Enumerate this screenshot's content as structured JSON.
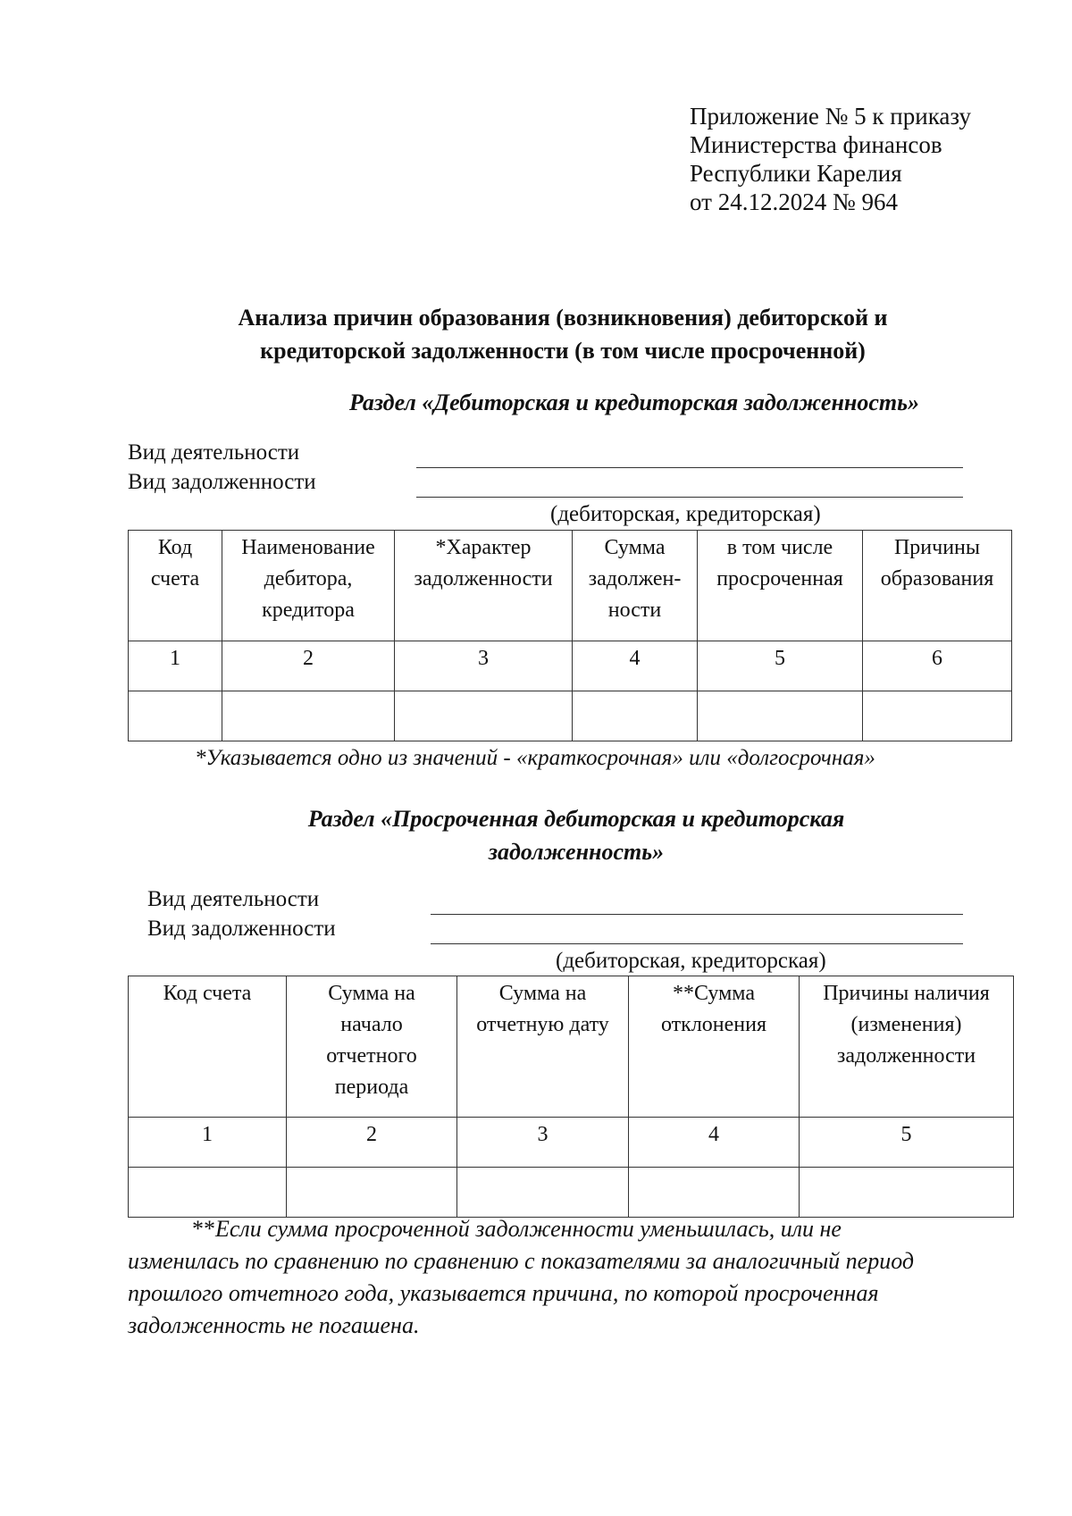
{
  "header": {
    "line1": "Приложение № 5 к приказу",
    "line2": "Министерства финансов",
    "line3": "Республики Карелия",
    "line4": "от 24.12.2024 № 964"
  },
  "title": {
    "line1": "Анализа причин образования (возникновения) дебиторской и",
    "line2": "кредиторской задолженности (в том числе просроченной)"
  },
  "section1": {
    "title": "Раздел «Дебиторская и кредиторская задолженность»",
    "activity_label": "Вид деятельности",
    "debt_type_label": "Вид задолженности",
    "debt_type_hint": "(дебиторская, кредиторская)",
    "columns": [
      {
        "l1": "Код",
        "l2": "счета",
        "l3": ""
      },
      {
        "l1": "Наименование",
        "l2": "дебитора,",
        "l3": "кредитора"
      },
      {
        "l1": "*Характер",
        "l2": "задолженности",
        "l3": ""
      },
      {
        "l1": "Сумма",
        "l2": "задолжен-",
        "l3": "ности"
      },
      {
        "l1": "в том числе",
        "l2": "просроченная",
        "l3": ""
      },
      {
        "l1": "Причины",
        "l2": "образования",
        "l3": ""
      }
    ],
    "numbers": [
      "1",
      "2",
      "3",
      "4",
      "5",
      "6"
    ],
    "footnote": "*Указывается одно из значений - «краткосрочная» или «долгосрочная»"
  },
  "section2": {
    "title_line1": "Раздел «Просроченная дебиторская и кредиторская",
    "title_line2": "задолженность»",
    "activity_label": "Вид деятельности",
    "debt_type_label": "Вид задолженности",
    "debt_type_hint": "(дебиторская, кредиторская)",
    "columns": [
      {
        "l1": "Код счета",
        "l2": "",
        "l3": "",
        "l4": ""
      },
      {
        "l1": "Сумма на",
        "l2": "начало",
        "l3": "отчетного",
        "l4": "периода"
      },
      {
        "l1": "Сумма на",
        "l2": "отчетную дату",
        "l3": "",
        "l4": ""
      },
      {
        "l1": "**Сумма",
        "l2": "отклонения",
        "l3": "",
        "l4": ""
      },
      {
        "l1": "Причины наличия",
        "l2": "(изменения)",
        "l3": "задолженности",
        "l4": ""
      }
    ],
    "numbers": [
      "1",
      "2",
      "3",
      "4",
      "5"
    ],
    "footnote": {
      "stars": "**",
      "line1": "Если сумма просроченной задолженности уменьшилась, или не",
      "line2": "изменилась по сравнению по сравнению с показателями за аналогичный период",
      "line3": "прошлого отчетного года, указывается причина, по которой просроченная",
      "line4": "задолженность не погашена."
    }
  }
}
